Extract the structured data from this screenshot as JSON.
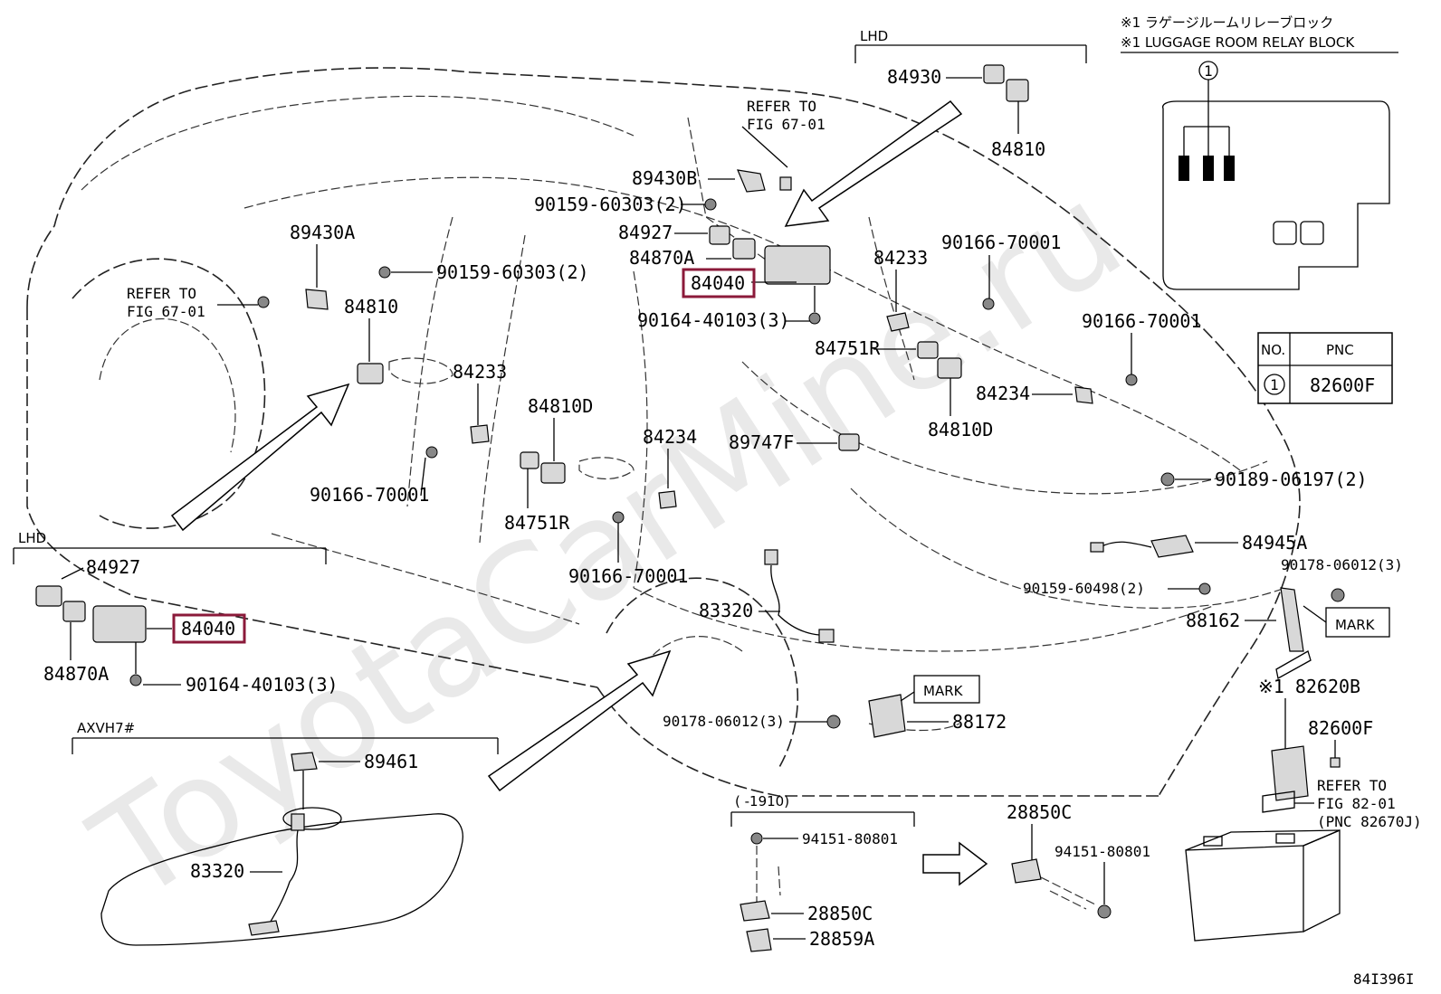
{
  "watermark": "ToyotaCarMine.ru",
  "diagram_id": "84I396I",
  "relay_block": {
    "title_jp": "※1 ラゲージルームリレーブロック",
    "title_en": "※1 LUGGAGE ROOM RELAY BLOCK",
    "callout": "1"
  },
  "pnc_table": {
    "col_no": "NO.",
    "col_pnc": "PNC",
    "row_no": "1",
    "row_pnc": "82600F"
  },
  "sections": {
    "lhd_top": "LHD",
    "lhd_left": "LHD",
    "axvh7": "AXVH7#",
    "date_range": "(   -1910)"
  },
  "labels": {
    "p84930": "84930",
    "p84810_top": "84810",
    "refer_top_1": "REFER TO",
    "refer_top_2": "FIG 67-01",
    "p89430b": "89430B",
    "p90159_60303_top": "90159-60303(2)",
    "p84927_top": "84927",
    "p84870a_top": "84870A",
    "p84040_top": "84040",
    "p90164_40103_top": "90164-40103(3)",
    "p84233_right": "84233",
    "p90166_70001_a": "90166-70001",
    "p90166_70001_b": "90166-70001",
    "p84751r_right": "84751R",
    "p84234_right": "84234",
    "p84810d_right": "84810D",
    "p89430a": "89430A",
    "p90159_60303_left": "90159-60303(2)",
    "refer_left_1": "REFER TO",
    "refer_left_2": "FIG 67-01",
    "p84810_left": "84810",
    "p84233_left": "84233",
    "p84810d_left": "84810D",
    "p84234_left": "84234",
    "p89747f": "89747F",
    "p90166_70001_c": "90166-70001",
    "p84751r_left": "84751R",
    "p90166_70001_d": "90166-70001",
    "p90189_06197": "90189-06197(2)",
    "p84945a": "84945A",
    "p90178_06012_right": "90178-06012(3)",
    "p90159_60498": "90159-60498(2)",
    "p88162": "88162",
    "mark_right": "MARK",
    "p83320_mid": "83320",
    "mark_mid": "MARK",
    "p90178_06012_mid": "90178-06012(3)",
    "p88172": "88172",
    "p82620b": "※1 82620B",
    "p82600f": "82600F",
    "refer_br_1": "REFER TO",
    "refer_br_2": "FIG 82-01",
    "refer_br_3": "(PNC 82670J)",
    "p84927_lhd": "84927",
    "p84040_lhd": "84040",
    "p84870a_lhd": "84870A",
    "p90164_40103_lhd": "90164-40103(3)",
    "p89461": "89461",
    "p83320_tank": "83320",
    "p94151_80801_a": "94151-80801",
    "p28850c_a": "28850C",
    "p28859a": "28859A",
    "p28850c_b": "28850C",
    "p94151_80801_b": "94151-80801"
  }
}
